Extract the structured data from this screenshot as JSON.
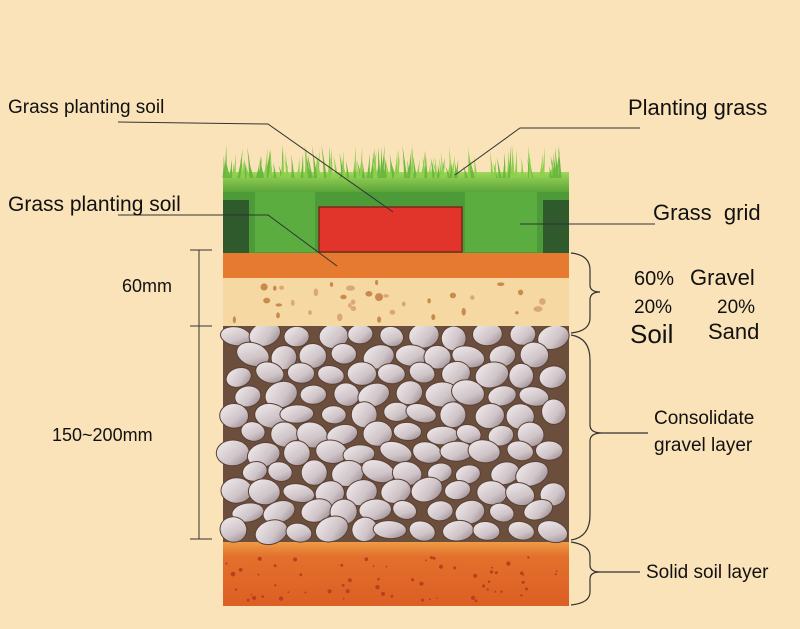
{
  "labels": {
    "grass_planting_soil_top": "Grass planting soil",
    "grass_planting_soil_left": "Grass planting soil",
    "planting_grass": "Planting grass",
    "grass_grid": "Grass  grid",
    "dim_60": "60mm",
    "dim_150_200": "150~200mm",
    "mix_gravel_pct": "60%",
    "mix_gravel": "Gravel",
    "mix_soil_pct": "20%",
    "mix_sand_pct": "20%",
    "mix_soil": "Soil",
    "mix_sand": "Sand",
    "consolidate_1": "Consolidate",
    "consolidate_2": "gravel layer",
    "solid_soil": "Solid soil layer"
  },
  "colors": {
    "background": "#fbe3b9",
    "grass": "#7cc242",
    "grid": "#4f9a3a",
    "grid_dark": "#2f5a2c",
    "planting_soil": "#e0352c",
    "orange_soil": "#e5782e",
    "sand_mix": "#f6d9a4",
    "gravel_bg": "#6a4e3a",
    "stone": "#d8cfd2",
    "solid_soil": "#e36a2c"
  }
}
